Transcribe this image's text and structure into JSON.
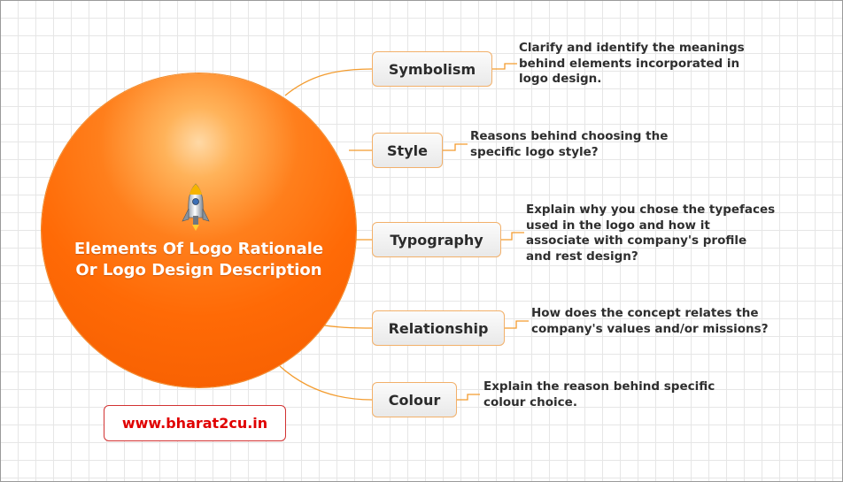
{
  "central": {
    "title_line1": "Elements Of Logo Rationale",
    "title_line2": "Or Logo Design Description",
    "icon": "rocket-icon"
  },
  "branches": [
    {
      "label": "Symbolism",
      "note_lines": [
        "Clarify and identify the meanings",
        "behind elements incorporated in",
        "logo design."
      ]
    },
    {
      "label": "Style",
      "note_lines": [
        "Reasons behind choosing the",
        "specific logo style?"
      ]
    },
    {
      "label": "Typography",
      "note_lines": [
        "Explain why you chose the typefaces",
        "used in the logo and how it",
        "associate with company's profile",
        "and rest design?"
      ]
    },
    {
      "label": "Relationship",
      "note_lines": [
        "How does the concept relates the",
        "company's values and/or missions?"
      ]
    },
    {
      "label": "Colour",
      "note_lines": [
        "Explain the reason behind specific",
        "colour choice."
      ]
    }
  ],
  "website": "www.bharat2cu.in",
  "colors": {
    "central": "#ff6a06",
    "connector": "#f39c2f",
    "branch_border": "#f2b06a",
    "website_text": "#e00000"
  }
}
